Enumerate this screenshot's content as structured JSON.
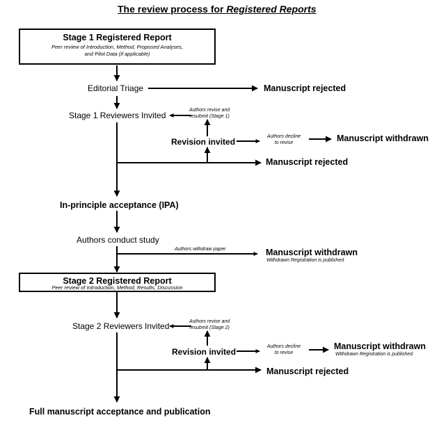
{
  "title": {
    "prefix": "The review process for ",
    "emphasis": "Registered Reports"
  },
  "stage1": {
    "title": "Stage 1 Registered Report",
    "subtitle_line1": "Peer review of Introduction, Method, Proposed Analyses,",
    "subtitle_line2": "and Pilot Data (if applicable)"
  },
  "editorial_triage": "Editorial Triage",
  "rejected_triage": "Manuscript rejected",
  "stage1_reviewers": "Stage 1 Reviewers Invited",
  "stage1_revise_note_line1": "Authors revise and",
  "stage1_revise_note_line2": "resubmit (Stage 1)",
  "stage1_revision_invited": "Revision invited",
  "stage1_decline_note_line1": "Authors decline",
  "stage1_decline_note_line2": "to revise",
  "stage1_withdrawn": "Manuscript withdrawn",
  "stage1_rejected": "Manuscript rejected",
  "ipa": "In-principle acceptance (IPA)",
  "conduct_study": "Authors conduct study",
  "withdraw_note": "Authors withdraw paper",
  "withdrawn_mid": "Manuscript withdrawn",
  "withdrawn_mid_note": "Withdrawn Registration is published",
  "stage2": {
    "title": "Stage 2 Registered Report",
    "subtitle": "Peer review of Introduction, Method, Results, Discussion"
  },
  "stage2_reviewers": "Stage 2 Reviewers Invited",
  "stage2_revise_note_line1": "Authors revise and",
  "stage2_revise_note_line2": "resubmit (Stage 2)",
  "stage2_revision_invited": "Revision invited",
  "stage2_decline_note_line1": "Authors decline",
  "stage2_decline_note_line2": "to revise",
  "stage2_withdrawn": "Manuscript withdrawn",
  "stage2_withdrawn_note": "Withdrawn Registration is published",
  "stage2_rejected": "Manuscript rejected",
  "final": "Full manuscript acceptance and publication"
}
